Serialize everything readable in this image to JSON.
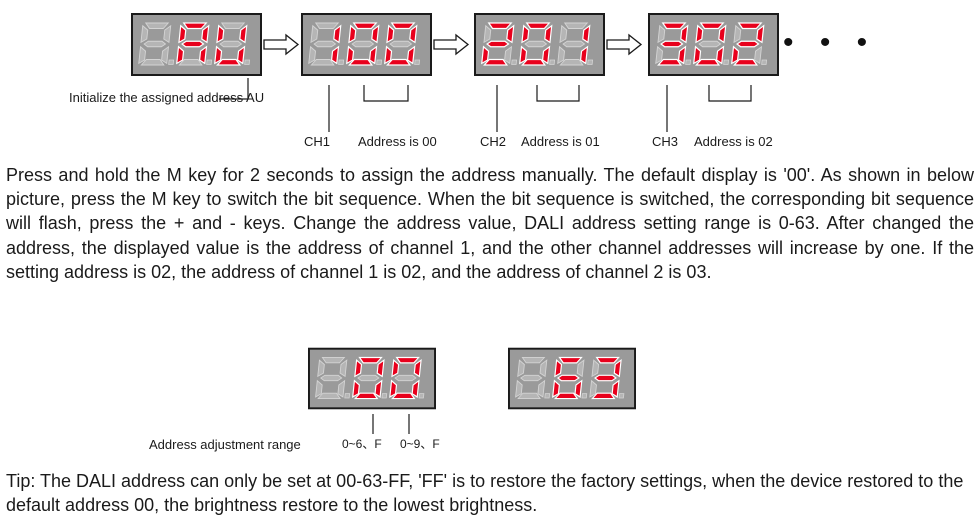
{
  "colors": {
    "display_bg": "#9a9a9a",
    "segment_on": "#e8001c",
    "segment_off": "#b5b5b5",
    "frame": "#1a1a1a"
  },
  "displays": [
    {
      "name": "display-au",
      "chars": [
        " ",
        "A",
        "U"
      ]
    },
    {
      "name": "display-100",
      "chars": [
        "1",
        "0",
        "0"
      ]
    },
    {
      "name": "display-201",
      "chars": [
        "2",
        "0",
        "1"
      ]
    },
    {
      "name": "display-302",
      "chars": [
        "3",
        "0",
        "2"
      ]
    },
    {
      "name": "display-00",
      "chars": [
        " ",
        "0",
        "0"
      ]
    },
    {
      "name": "display-63",
      "chars": [
        " ",
        "6",
        "3"
      ]
    }
  ],
  "captions": {
    "initialize": "Initialize the assigned address AU",
    "ch1": "CH1",
    "ch1_address": "Address is 00",
    "ch2": "CH2",
    "ch2_address": "Address is 01",
    "ch3": "CH3",
    "ch3_address": "Address is 02",
    "adjust_range": "Address adjustment range",
    "range_first": "0~6、F",
    "range_second": "0~9、F"
  },
  "ellipsis": "• • •",
  "body_text": "Press and hold the M key for 2 seconds to assign the address manually. The default display is '00'. As shown in below picture, press the M key to switch the bit sequence. When the bit sequence is switched, the corresponding bit sequence will flash, press the + and - keys. Change the address value, DALI address setting range is 0-63. After changed the address, the displayed value is the address of channel 1, and the other channel addresses will increase by one. If the setting address is 02, the address of channel 1 is 02, and the address of channel 2 is 03.",
  "tip_text": "Tip: The DALI address can only be set at 00-63-FF, 'FF' is to restore the factory settings, when the device restored to the default address 00, the brightness restore to the lowest brightness."
}
